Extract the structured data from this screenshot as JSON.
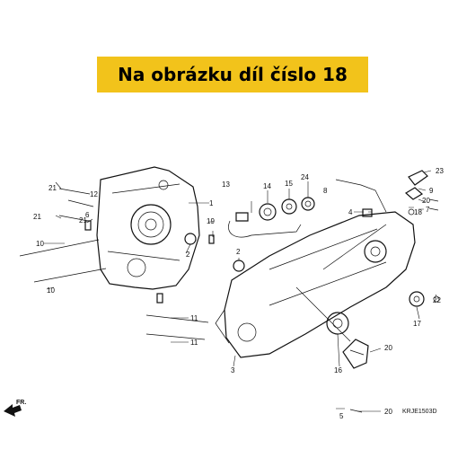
{
  "banner": {
    "text": "Na obrázku díl číslo 18",
    "bg_color": "#f2c31b"
  },
  "diagram": {
    "code": "KRJE1503D",
    "front_arrow": "FR.",
    "callouts": [
      "1",
      "2",
      "2",
      "3",
      "4",
      "5",
      "6",
      "7",
      "8",
      "9",
      "10",
      "10",
      "11",
      "11",
      "12",
      "13",
      "14",
      "15",
      "16",
      "17",
      "18",
      "19",
      "20",
      "20",
      "20",
      "21",
      "21",
      "21",
      "22",
      "23",
      "24"
    ]
  }
}
